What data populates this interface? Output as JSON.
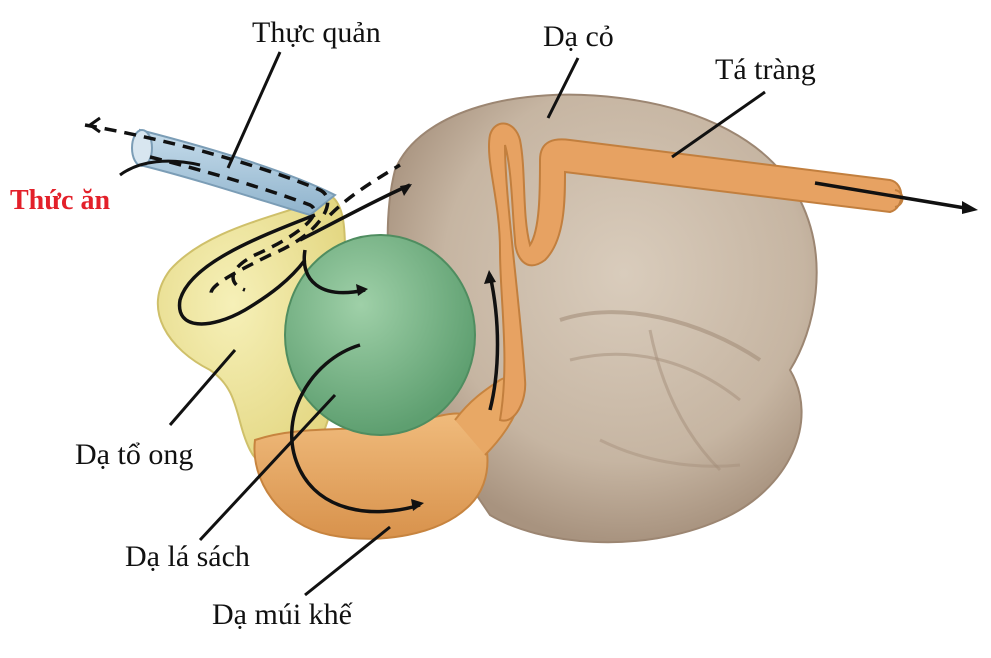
{
  "labels": {
    "esophagus": "Thực quản",
    "rumen": "Dạ cỏ",
    "duodenum": "Tá tràng",
    "food": "Thức ăn",
    "reticulum": "Dạ tổ ong",
    "omasum": "Dạ lá sách",
    "abomasum": "Dạ múi khế"
  },
  "colors": {
    "food_label": "#e3202a",
    "rumen": "#c9b9a7",
    "reticulum": "#ece39a",
    "omasum": "#7cb88a",
    "abomasum": "#e6a866",
    "esophagus": "#a9c8dd",
    "duodenum": "#e29a55"
  }
}
